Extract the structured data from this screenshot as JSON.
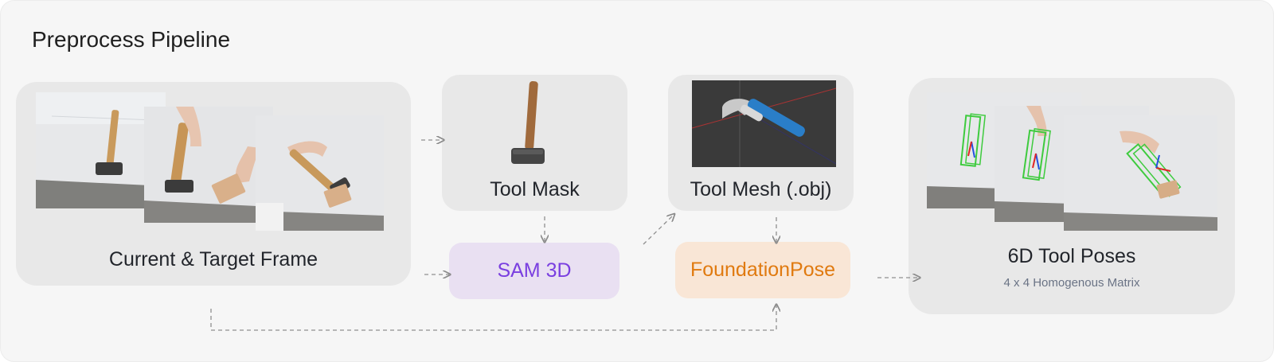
{
  "title": "Preprocess Pipeline",
  "panels": {
    "frames": {
      "label": "Current & Target Frame"
    },
    "mask": {
      "label": "Tool Mask"
    },
    "mesh": {
      "label": "Tool Mesh (.obj)"
    },
    "poses": {
      "label": "6D Tool Poses",
      "sublabel": "4 x 4 Homogenous Matrix"
    }
  },
  "modules": {
    "sam": {
      "label": "SAM 3D",
      "color": "#7a3fe0"
    },
    "foundation": {
      "label": "FoundationPose",
      "color": "#e07a10"
    }
  },
  "icons": [
    "hammer-photo",
    "tool-mask-image",
    "tool-mesh-render",
    "pose-overlay-photo"
  ]
}
